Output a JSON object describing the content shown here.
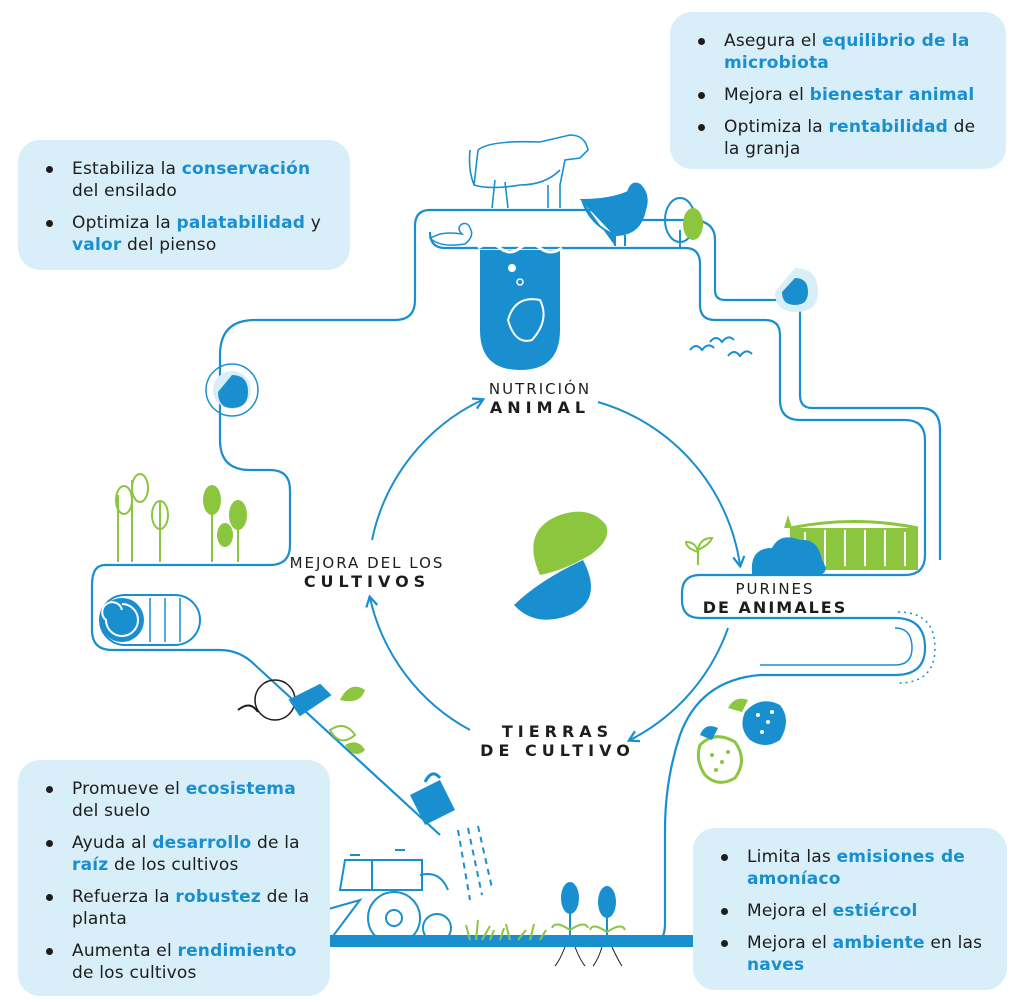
{
  "boxes": {
    "top_right": {
      "items": [
        {
          "pre": "Asegura el ",
          "hl": "equilibrio de la microbiota",
          "post": ""
        },
        {
          "pre": "Mejora el ",
          "hl": "bienestar animal",
          "post": ""
        },
        {
          "pre": "Optimiza la ",
          "hl": "rentabilidad",
          "post": " de la granja"
        }
      ]
    },
    "top_left": {
      "items": [
        {
          "pre": "Estabiliza la ",
          "hl": "conservación",
          "post": " del ensilado"
        },
        {
          "pre": "Optimiza la ",
          "hl": "palatabilidad",
          "mid": " y ",
          "hl2": "valor",
          "post": " del pienso"
        }
      ]
    },
    "bottom_left": {
      "items": [
        {
          "pre": "Promueve el ",
          "hl": "ecosistema",
          "post": " del suelo"
        },
        {
          "pre": "Ayuda al ",
          "hl": "desarrollo",
          "mid": " de la ",
          "hl2": "raíz",
          "post": " de los cultivos"
        },
        {
          "pre": "Refuerza la ",
          "hl": "robustez",
          "post": " de la planta"
        },
        {
          "pre": "Aumenta el ",
          "hl": "rendimiento",
          "post": " de los cultivos"
        }
      ]
    },
    "bottom_right": {
      "items": [
        {
          "pre": "Limita las ",
          "hl": "emisiones de amoníaco",
          "post": ""
        },
        {
          "pre": "Mejora el ",
          "hl": "estiércol",
          "post": ""
        },
        {
          "pre": "Mejora el ",
          "hl": "ambiente",
          "mid": " en las ",
          "hl2": "naves",
          "post": ""
        }
      ]
    }
  },
  "cycle": {
    "nutricion": {
      "line1": "NUTRICIÓN",
      "line2": "ANIMAL"
    },
    "purines": {
      "line1": "PURINES",
      "line2": "DE ANIMALES"
    },
    "tierras": {
      "line1": "TIERRAS",
      "line2": "DE CULTIVO"
    },
    "cultivos": {
      "line1": "MEJORA DEL LOS",
      "line2": "CULTIVOS"
    }
  },
  "colors": {
    "blue": "#1a8fd0",
    "green": "#8cc63f",
    "box": "#d8eef9",
    "text": "#1d1d1b"
  },
  "icons": [
    "cow-icon",
    "duck-icon",
    "hen-icon",
    "tree-icon",
    "shrimp-icon",
    "birds-icon",
    "slurry-tank-icon",
    "sprout-icon",
    "strawberry-icon",
    "wheat-icon",
    "hay-bale-icon",
    "fruit-icon",
    "watering-can-icon",
    "tractor-icon",
    "corn-icon",
    "grass-icon",
    "logo-icon",
    "drop-icon"
  ]
}
